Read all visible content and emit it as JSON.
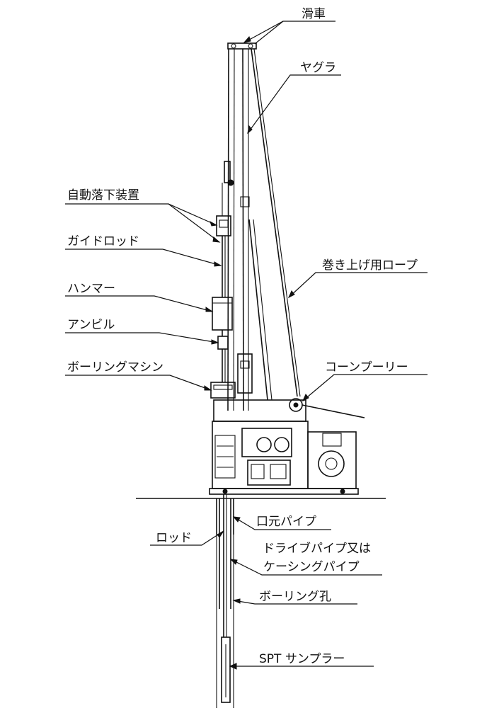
{
  "labels": {
    "pulley": "滑車",
    "derrick": "ヤグラ",
    "auto_trip": "自動落下装置",
    "guide_rod": "ガイドロッド",
    "hammer": "ハンマー",
    "anvil": "アンビル",
    "boring_machine": "ボーリングマシン",
    "hoist_rope": "巻き上げ用ロープ",
    "cone_pulley": "コーンプーリー",
    "casing_head": "口元パイプ",
    "rod": "ロッド",
    "drive_pipe_line1": "ドライブパイプ又は",
    "drive_pipe_line2": "ケーシングパイプ",
    "borehole": "ボーリング孔",
    "spt_sampler": "SPT サンプラー"
  }
}
